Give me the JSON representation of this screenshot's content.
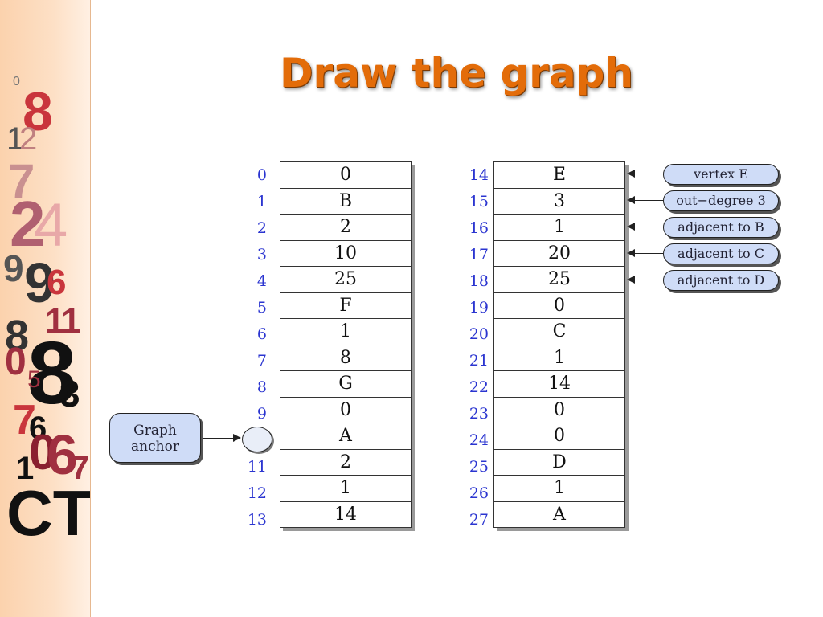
{
  "title": "Draw the graph",
  "left_table": {
    "indices": [
      "0",
      "1",
      "2",
      "3",
      "4",
      "5",
      "6",
      "7",
      "8",
      "9",
      "10",
      "11",
      "12",
      "13"
    ],
    "values": [
      "0",
      "B",
      "2",
      "10",
      "25",
      "F",
      "1",
      "8",
      "G",
      "0",
      "A",
      "2",
      "1",
      "14"
    ]
  },
  "right_table": {
    "indices": [
      "14",
      "15",
      "16",
      "17",
      "18",
      "19",
      "20",
      "21",
      "22",
      "23",
      "24",
      "25",
      "26",
      "27"
    ],
    "values": [
      "E",
      "3",
      "1",
      "20",
      "25",
      "0",
      "C",
      "1",
      "14",
      "0",
      "0",
      "D",
      "1",
      "A"
    ]
  },
  "callouts": [
    "vertex E",
    "out−degree 3",
    "adjacent to B",
    "adjacent to C",
    "adjacent to D"
  ],
  "anchor": {
    "line1": "Graph",
    "line2": "anchor"
  },
  "sidebar_numbers": [
    "0",
    "8",
    "1",
    "2",
    "7",
    "2",
    "4",
    "9",
    "9",
    "6",
    "1",
    "1",
    "8",
    "0",
    "8",
    "5",
    "7",
    "3",
    "6",
    "0",
    "6",
    "1",
    "7",
    "CT"
  ],
  "colors": {
    "title": "#e36c09",
    "index": "#2b35d0",
    "bubble": "#cfdcf7",
    "sidebar": "#fbd2ad"
  }
}
